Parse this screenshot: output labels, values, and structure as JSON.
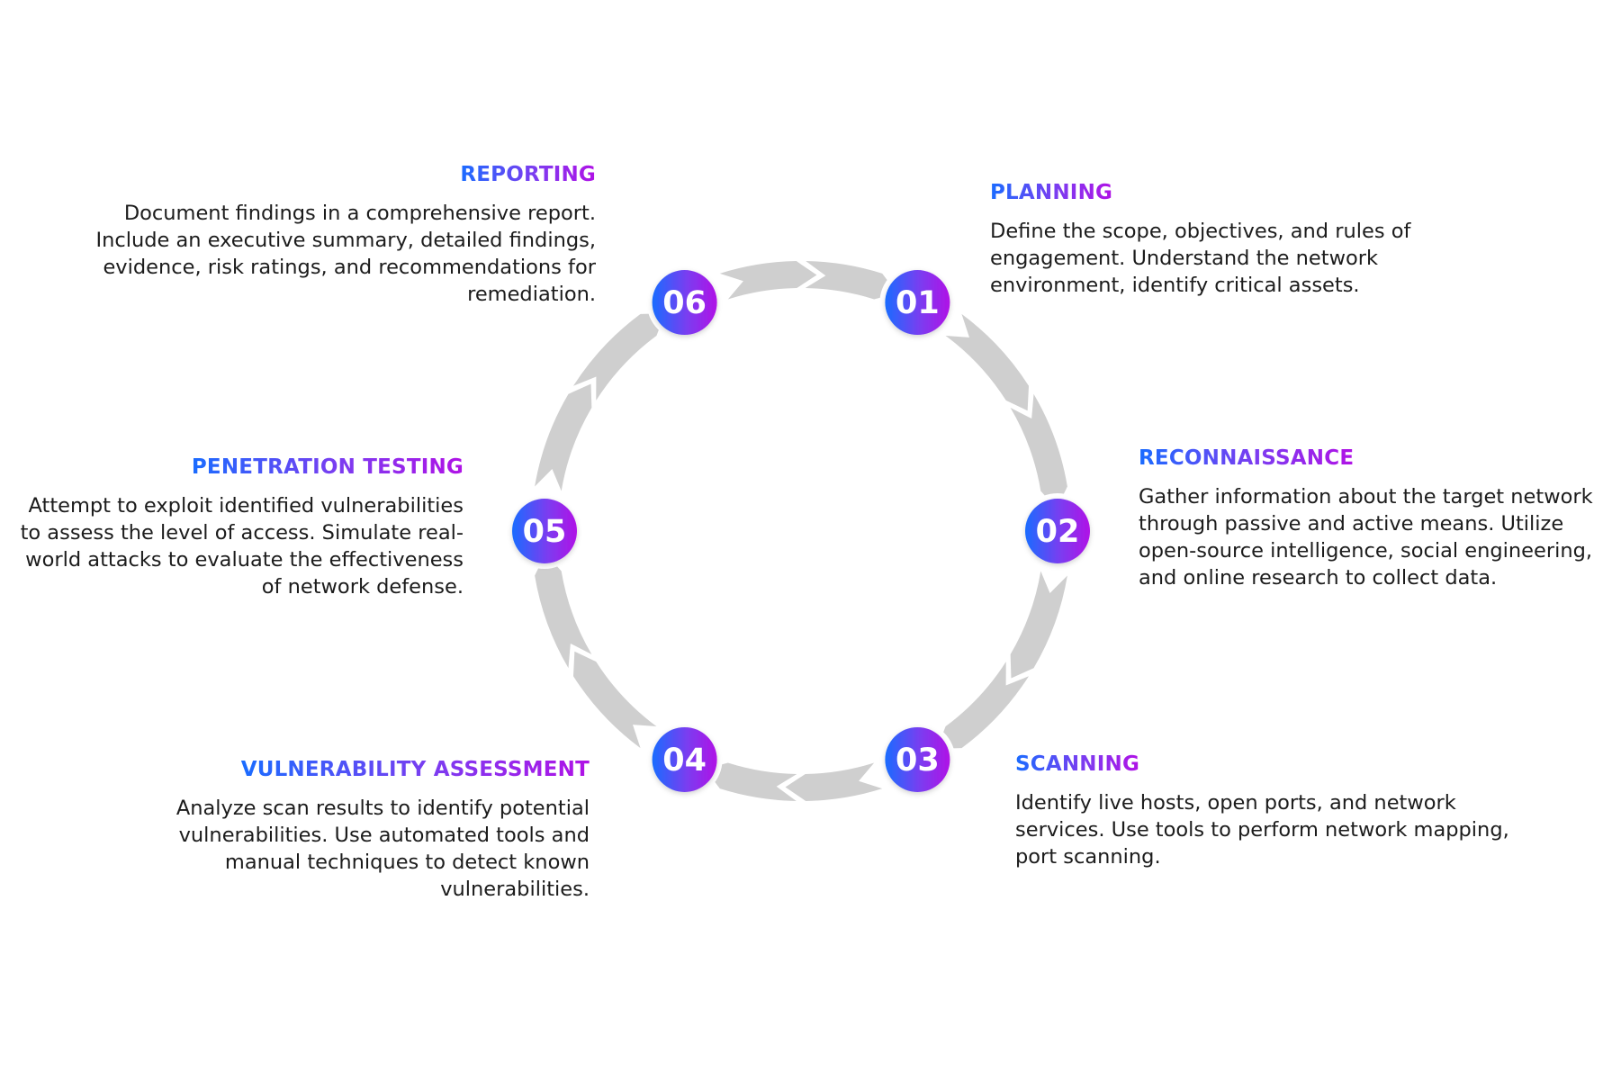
{
  "colors": {
    "gradient_start": "#1a6cff",
    "gradient_mid": "#7c3cf0",
    "gradient_end": "#b012e6",
    "arrow_ring": "#cfcfcf",
    "text": "#1c1c1c"
  },
  "steps": [
    {
      "number": "01",
      "title": "PLANNING",
      "description": "Define the scope, objectives, and rules of engagement. Understand the network environment, identify critical assets."
    },
    {
      "number": "02",
      "title": "RECONNAISSANCE",
      "description": "Gather information about the target network through passive and active means. Utilize open-source intelligence, social engineering, and online research to collect data."
    },
    {
      "number": "03",
      "title": "SCANNING",
      "description": "Identify live hosts, open ports, and network services. Use tools to perform network mapping, port scanning."
    },
    {
      "number": "04",
      "title": "VULNERABILITY ASSESSMENT",
      "description": "Analyze scan results to identify potential vulnerabilities. Use automated tools and manual techniques to detect known vulnerabilities."
    },
    {
      "number": "05",
      "title": "PENETRATION TESTING",
      "description": "Attempt to exploit identified vulnerabilities to assess the level of access. Simulate real-world attacks to evaluate the effectiveness of network defense."
    },
    {
      "number": "06",
      "title": "REPORTING",
      "description": "Document findings in a comprehensive report. Include an executive summary, detailed findings, evidence, risk ratings, and recommendations for remediation."
    }
  ]
}
